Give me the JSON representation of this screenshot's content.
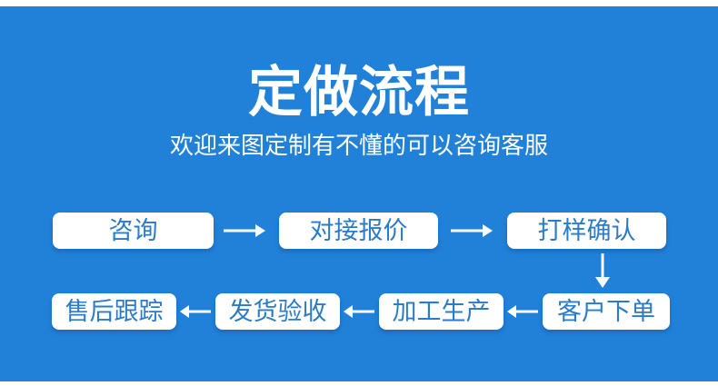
{
  "colors": {
    "background": "#2181d8",
    "box_bg": "#ffffff",
    "box_text": "#2a7bc8",
    "title_text": "#ffffff",
    "arrow": "#ffffff"
  },
  "header": {
    "title": "定做流程",
    "subtitle": "欢迎来图定制有不懂的可以咨询客服"
  },
  "flow": {
    "row1": [
      {
        "label": "咨询"
      },
      {
        "label": "对接报价"
      },
      {
        "label": "打样确认"
      }
    ],
    "row2": [
      {
        "label": "售后跟踪"
      },
      {
        "label": "发货验收"
      },
      {
        "label": "加工生产"
      },
      {
        "label": "客户下单"
      }
    ]
  }
}
